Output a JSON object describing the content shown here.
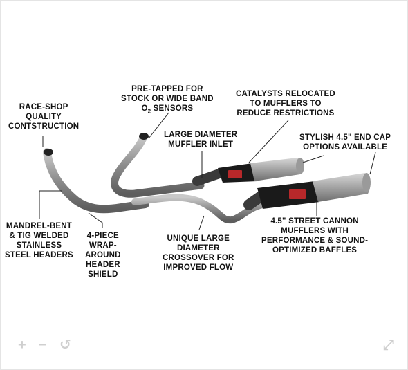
{
  "callouts": {
    "race_shop": [
      "RACE-SHOP",
      "QUALITY",
      "CONTSTRUCTION"
    ],
    "pre_tapped": {
      "l1": "PRE-TAPPED FOR",
      "l2": "STOCK OR WIDE BAND",
      "l3a": "O",
      "l3sub": "2",
      "l3b": " SENSORS"
    },
    "catalysts": [
      "CATALYSTS RELOCATED",
      "TO MUFFLERS TO",
      "REDUCE RESTRICTIONS"
    ],
    "large_inlet": [
      "LARGE DIAMETER",
      "MUFFLER INLET"
    ],
    "end_cap": [
      "STYLISH 4.5\" END CAP",
      "OPTIONS AVAILABLE"
    ],
    "mandrel": [
      "MANDREL-BENT",
      "& TIG WELDED",
      "STAINLESS",
      "STEEL HEADERS"
    ],
    "heat_shield": [
      "4-PIECE",
      "WRAP-",
      "AROUND",
      "HEADER",
      "SHIELD"
    ],
    "crossover": [
      "UNIQUE LARGE",
      "DIAMETER",
      "CROSSOVER FOR",
      "IMPROVED FLOW"
    ],
    "street_cannon": [
      "4.5\" STREET CANNON",
      "MUFFLERS WITH",
      "PERFORMANCE & SOUND-",
      "OPTIMIZED BAFFLES"
    ]
  },
  "controls": {
    "zoom_in": "+",
    "zoom_out": "−",
    "reset": "↺",
    "fullscreen": "⤢"
  }
}
